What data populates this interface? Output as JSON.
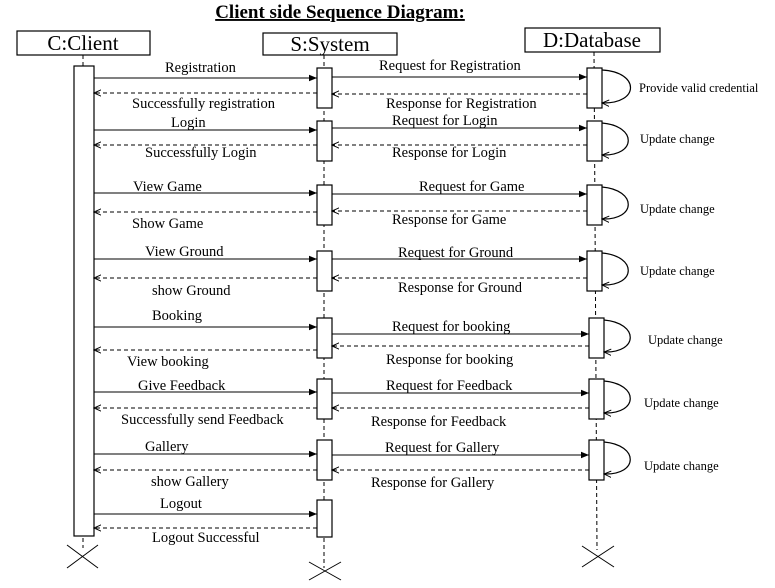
{
  "title": "Client side Sequence Diagram:",
  "actors": [
    {
      "id": "client",
      "label": "C:Client"
    },
    {
      "id": "system",
      "label": "S:System"
    },
    {
      "id": "database",
      "label": "D:Database"
    }
  ],
  "exchanges": [
    {
      "client_request": "Registration",
      "client_response": "Successfully registration",
      "system_request": "Request for Registration",
      "system_response": "Response for Registration",
      "db_note": "Provide valid credential"
    },
    {
      "client_request": "Login",
      "client_response": "Successfully Login",
      "system_request": "Request for Login",
      "system_response": "Response for Login",
      "db_note": "Update change"
    },
    {
      "client_request": "View Game",
      "client_response": "Show Game",
      "system_request": "Request for Game",
      "system_response": "Response for Game",
      "db_note": "Update change"
    },
    {
      "client_request": "View Ground",
      "client_response": "show  Ground",
      "system_request": "Request for  Ground",
      "system_response": "Response for  Ground",
      "db_note": "Update change"
    },
    {
      "client_request": "Booking",
      "client_response": "View booking",
      "system_request": "Request for booking",
      "system_response": "Response for booking",
      "db_note": "Update change"
    },
    {
      "client_request": "Give Feedback",
      "client_response": "Successfully send Feedback",
      "system_request": "Request for Feedback",
      "system_response": "Response  for Feedback",
      "db_note": "Update change"
    },
    {
      "client_request": "Gallery",
      "client_response": "show Gallery",
      "system_request": "Request for Gallery",
      "system_response": "Response  for  Gallery",
      "db_note": "Update change"
    },
    {
      "client_request": "Logout",
      "client_response": "Logout  Successful"
    }
  ]
}
